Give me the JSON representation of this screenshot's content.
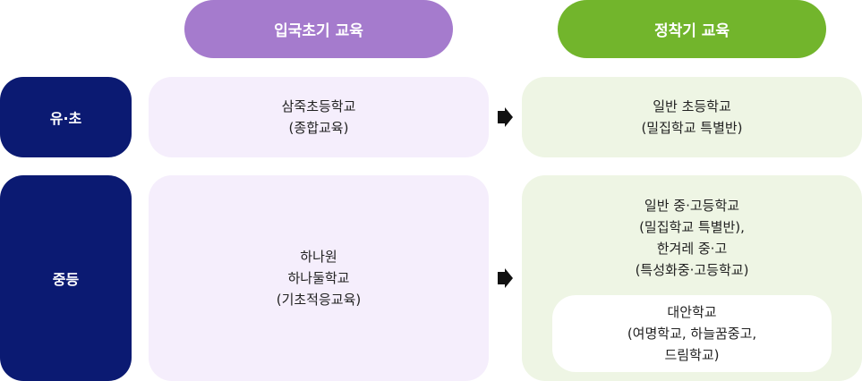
{
  "headers": {
    "initial": "입국초기 교육",
    "settlement": "정착기 교육"
  },
  "rows": {
    "elementary": {
      "level": "유·초",
      "initial": [
        "삼죽초등학교",
        "(종합교육)"
      ],
      "settlement": [
        "일반 초등학교",
        "(밀집학교 특별반)"
      ]
    },
    "secondary": {
      "level": "중등",
      "initial": [
        "하나원",
        "하나둘학교",
        "(기초적응교육)"
      ],
      "settlement": [
        "일반 중·고등학교",
        "(밀집학교 특별반),",
        "한겨레 중·고",
        "(특성화중·고등학교)"
      ],
      "alternative": [
        "대안학교",
        "(여명학교, 하늘꿈중고,",
        "드림학교)"
      ]
    }
  },
  "colors": {
    "initial_header": "#a57bcd",
    "settlement_header": "#72b52c",
    "level_box": "#0b1a72",
    "initial_box": "#f5eefc",
    "settlement_box": "#eef5e4",
    "arrow": "#111111"
  },
  "icons": {
    "arrow": "right-arrow-icon"
  }
}
